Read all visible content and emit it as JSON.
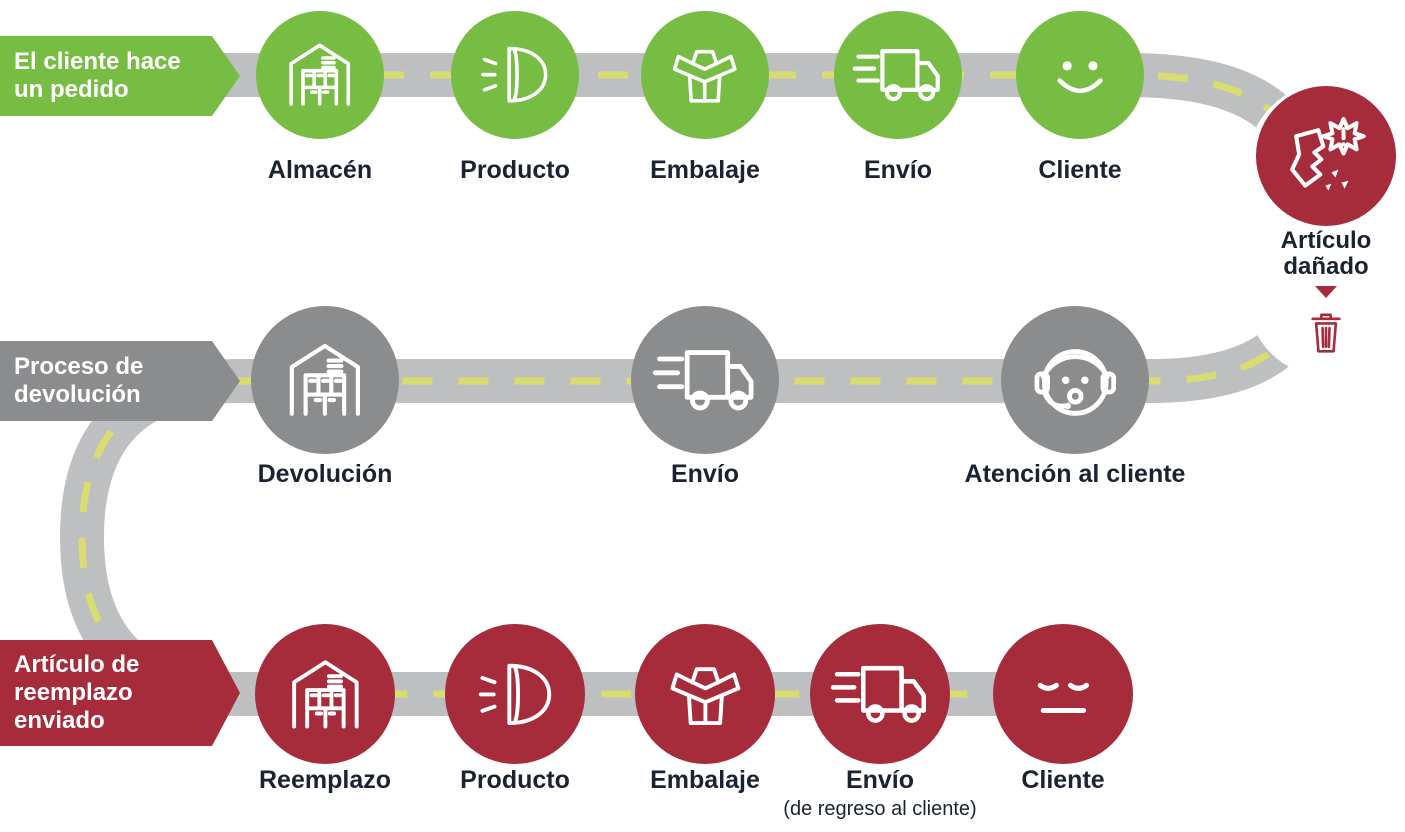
{
  "colors": {
    "green": "#77BD43",
    "gray": "#8A8C8E",
    "red": "#A62B3B",
    "road": "#BDBFC1",
    "road_dash": "#D9DD70",
    "text": "#1B2232"
  },
  "rows": [
    {
      "banner": "El cliente hace un pedido",
      "steps": [
        {
          "label": "Almacén",
          "icon": "warehouse-icon"
        },
        {
          "label": "Producto",
          "icon": "flashlight-icon"
        },
        {
          "label": "Embalaje",
          "icon": "open-box-icon"
        },
        {
          "label": "Envío",
          "icon": "delivery-truck-icon"
        },
        {
          "label": "Cliente",
          "icon": "happy-face-icon"
        }
      ]
    },
    {
      "banner": "Proceso de devolución",
      "steps": [
        {
          "label": "Devolución",
          "icon": "warehouse-icon"
        },
        {
          "label": "Envío",
          "icon": "delivery-truck-icon"
        },
        {
          "label": "Atención al cliente",
          "icon": "headset-agent-icon"
        }
      ]
    },
    {
      "banner": "Artículo de reemplazo enviado",
      "steps": [
        {
          "label": "Reemplazo",
          "icon": "warehouse-icon"
        },
        {
          "label": "Producto",
          "icon": "flashlight-icon"
        },
        {
          "label": "Embalaje",
          "icon": "open-box-icon"
        },
        {
          "label": "Envío",
          "sublabel": "(de regreso al cliente)",
          "icon": "delivery-truck-icon"
        },
        {
          "label": "Cliente",
          "icon": "neutral-face-icon"
        }
      ]
    }
  ],
  "damaged_item": {
    "label": "Artículo dañado",
    "icons": [
      "damaged-item-icon",
      "trash-icon"
    ]
  }
}
